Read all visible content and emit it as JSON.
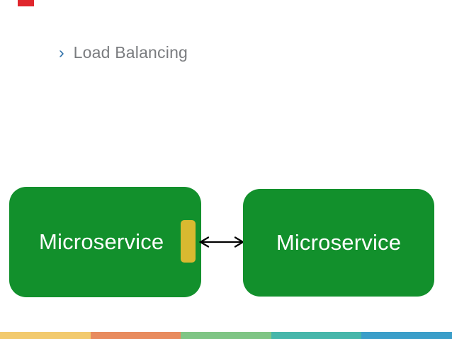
{
  "slide": {
    "bullet_glyph": "›",
    "title": "Load Balancing"
  },
  "diagram": {
    "left_box": {
      "label": "Microservice"
    },
    "right_box": {
      "label": "Microservice"
    },
    "connector": "double-headed-arrow"
  },
  "colors": {
    "background": "#FFFFFF",
    "box_green": "#12902C",
    "buffer_yellow": "#D9B930",
    "title_gray": "#7A7C7F",
    "bullet_blue": "#2D6FA8",
    "arrow_black": "#000000",
    "progress_red": "#E0262C"
  },
  "footer": {
    "segments": [
      {
        "name": "gold",
        "color": "#F2CA6E"
      },
      {
        "name": "orange",
        "color": "#E88B5E"
      },
      {
        "name": "green",
        "color": "#7FC585"
      },
      {
        "name": "teal",
        "color": "#47B6AA"
      },
      {
        "name": "blue",
        "color": "#3B9EC9"
      }
    ]
  }
}
